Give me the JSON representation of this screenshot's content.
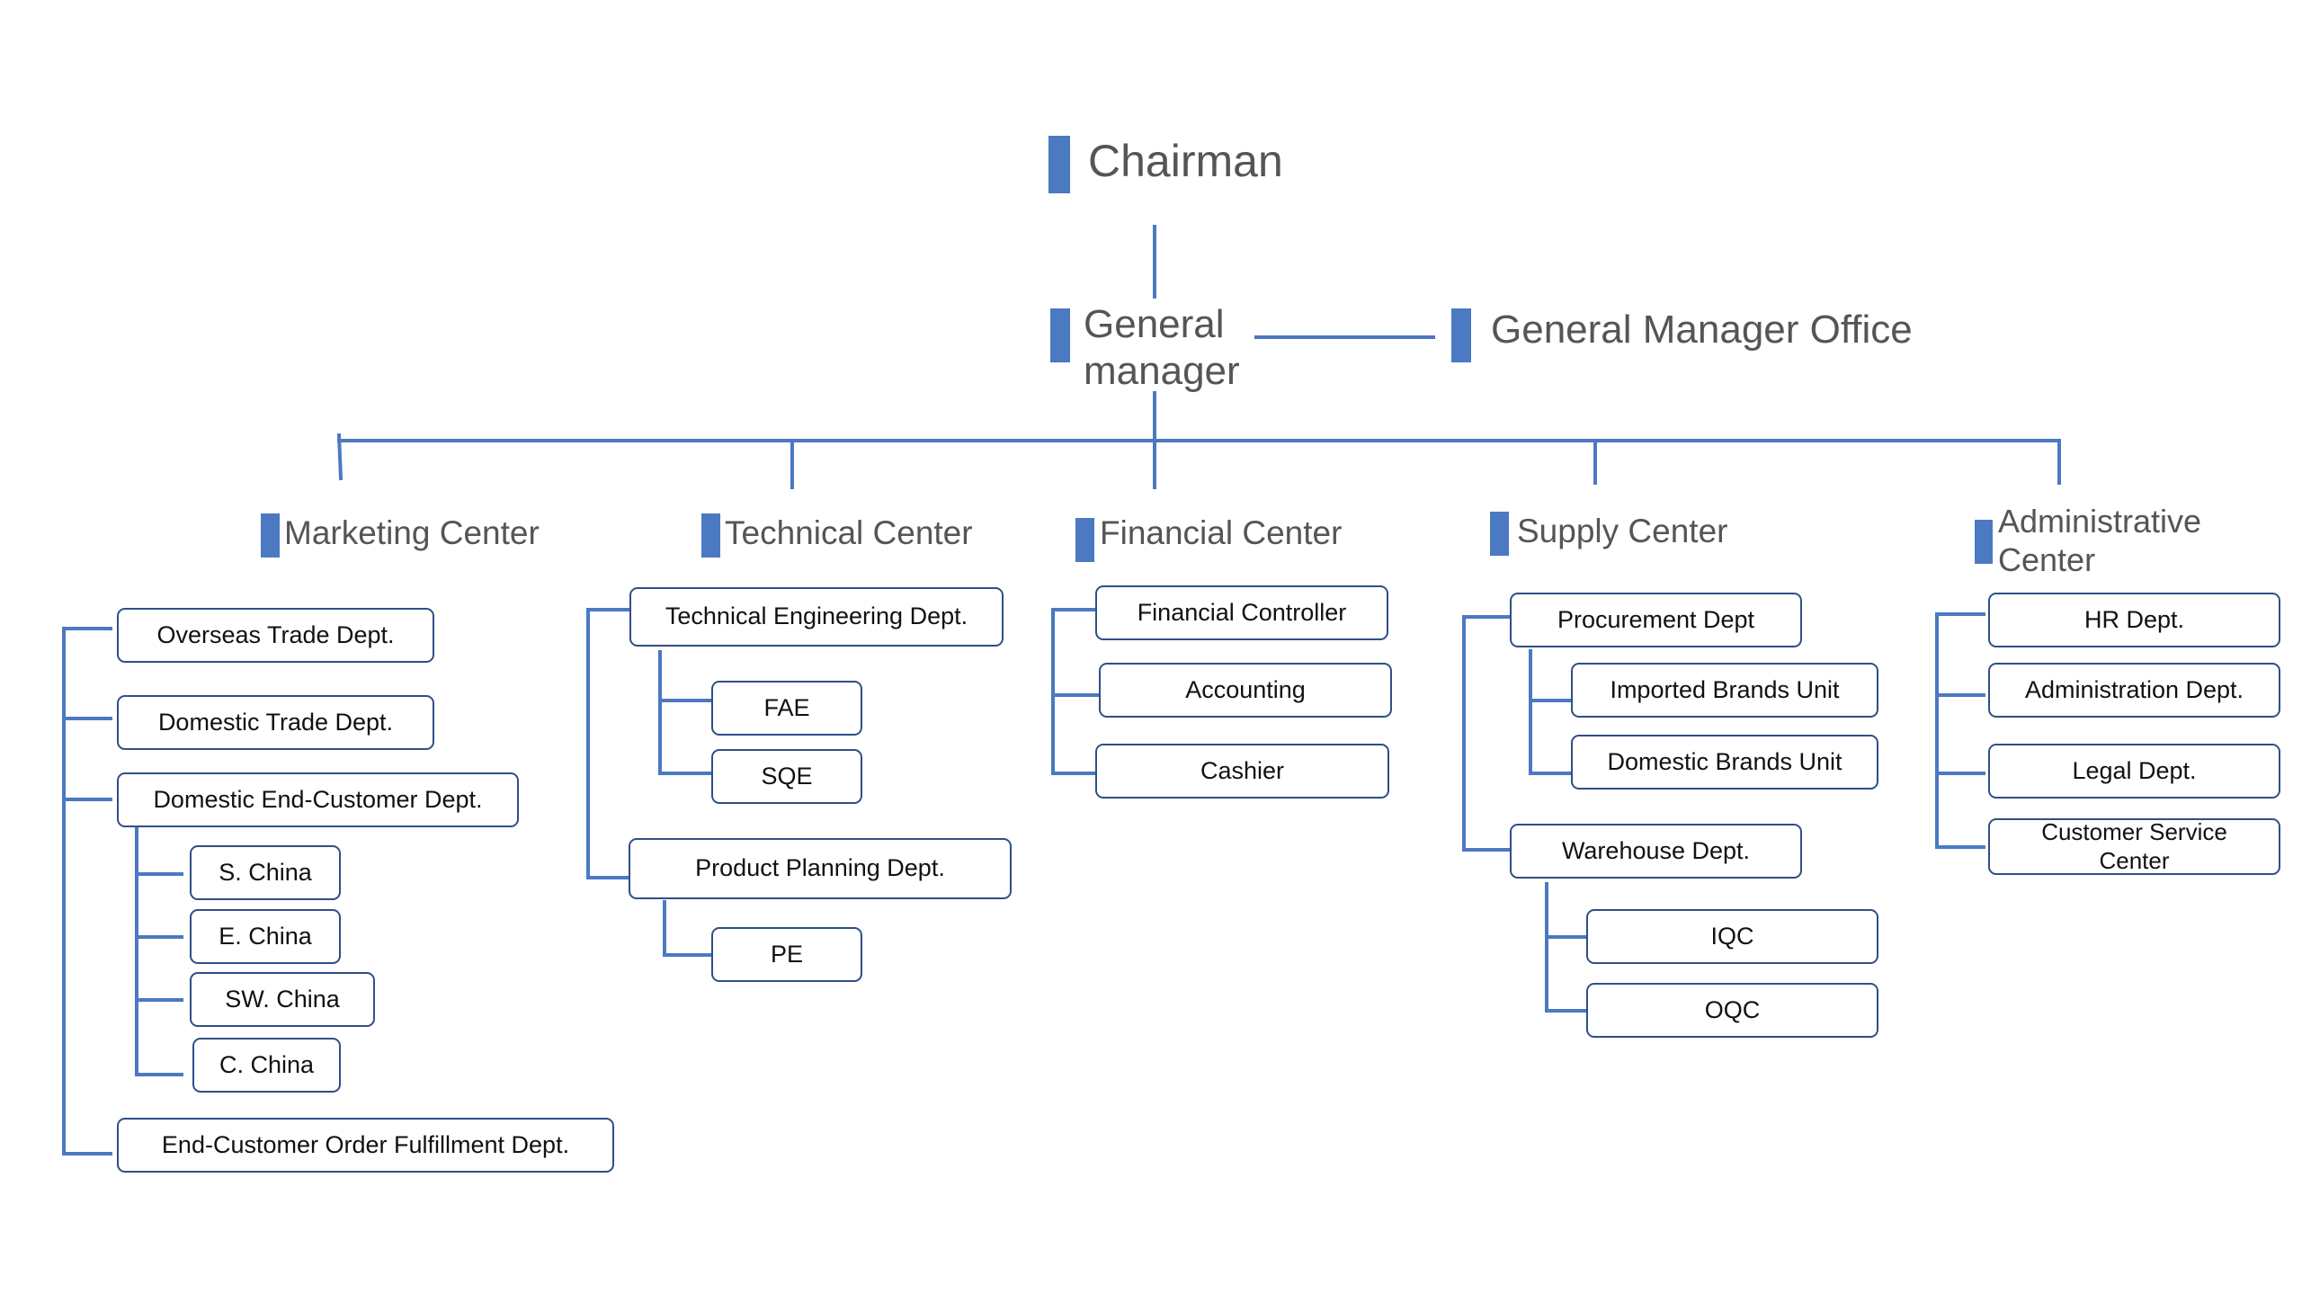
{
  "top": {
    "chairman": "Chairman",
    "general_manager": [
      "General",
      "manager"
    ],
    "gm_office": "General Manager Office"
  },
  "centers": {
    "marketing": [
      "Marketing Center"
    ],
    "technical": [
      "Technical Center"
    ],
    "financial": [
      "Financial Center"
    ],
    "supply": [
      "Supply Center"
    ],
    "administrative": [
      "Administrative",
      "Center"
    ]
  },
  "marketing": {
    "overseas": "Overseas Trade Dept.",
    "domestic_trade": "Domestic Trade Dept.",
    "domestic_end_customer": "Domestic End-Customer Dept.",
    "regions": [
      "S. China",
      "E. China",
      "SW. China",
      "C. China"
    ],
    "fulfillment": "End-Customer Order Fulfillment Dept."
  },
  "technical": {
    "engineering": "Technical Engineering Dept.",
    "engineering_units": [
      "FAE",
      "SQE"
    ],
    "planning": "Product Planning Dept.",
    "planning_units": [
      "PE"
    ]
  },
  "financial": {
    "items": [
      "Financial Controller",
      "Accounting",
      "Cashier"
    ]
  },
  "supply": {
    "procurement": "Procurement Dept",
    "procurement_units": [
      "Imported Brands Unit",
      "Domestic Brands Unit"
    ],
    "warehouse": "Warehouse Dept.",
    "warehouse_units": [
      "IQC",
      "OQC"
    ]
  },
  "administrative": {
    "items": [
      "HR Dept.",
      "Administration Dept.",
      "Legal Dept."
    ],
    "customer_service": [
      "Customer Service",
      "Center"
    ]
  },
  "colors": {
    "connector": "#4b79c2",
    "box_border": "#2f4f86",
    "accent_bar": "#4b79c2",
    "heading_text": "#555555"
  }
}
